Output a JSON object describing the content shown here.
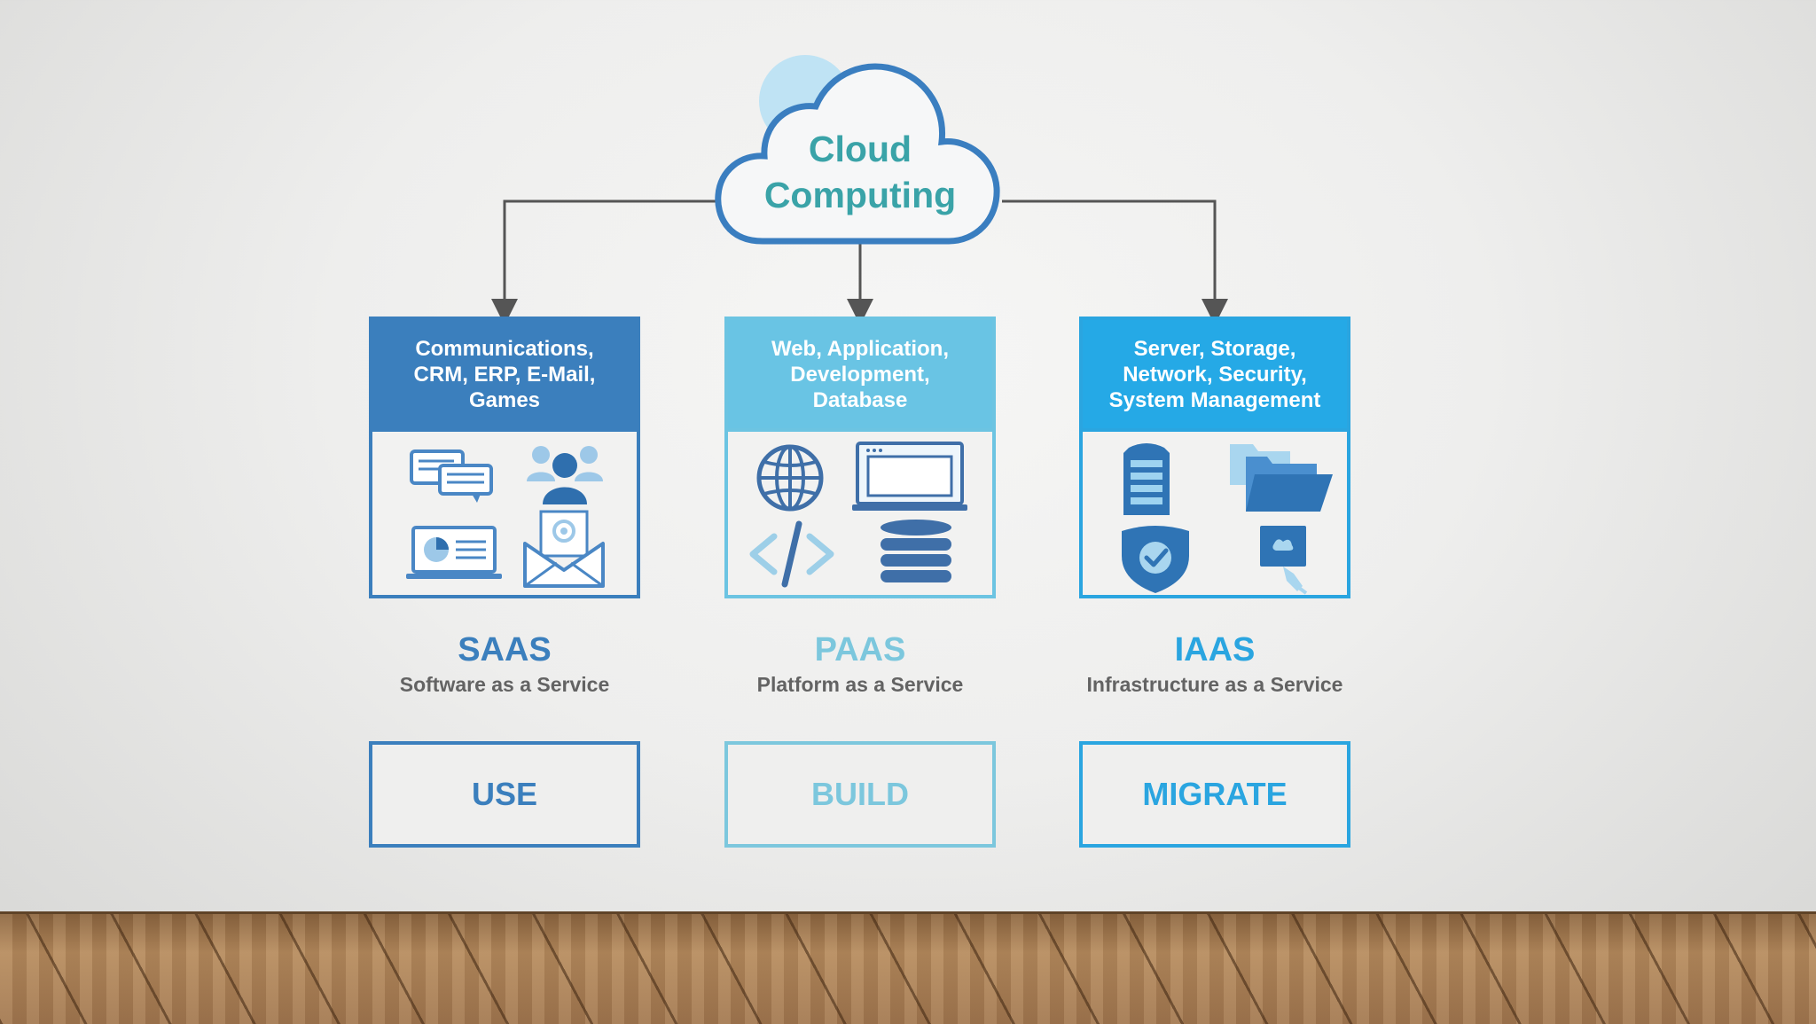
{
  "cloud": {
    "title_line1": "Cloud",
    "title_line2": "Computing"
  },
  "columns": [
    {
      "header_lines": [
        "Communications,",
        "CRM, ERP, E-Mail,",
        "Games"
      ],
      "title": "SAAS",
      "subtitle": "Software as a Service",
      "action": "USE",
      "icons": [
        "chat-bubbles-icon",
        "users-icon",
        "laptop-chart-icon",
        "email-envelope-icon"
      ],
      "color": "#3b7fbd"
    },
    {
      "header_lines": [
        "Web, Application,",
        "Development,",
        "Database"
      ],
      "title": "PAAS",
      "subtitle": "Platform as a Service",
      "action": "BUILD",
      "icons": [
        "globe-icon",
        "browser-window-icon",
        "code-brackets-icon",
        "database-icon"
      ],
      "color": "#6cc4e2"
    },
    {
      "header_lines": [
        "Server, Storage,",
        "Network, Security,",
        "System Management"
      ],
      "title": "IAAS",
      "subtitle": "Infrastructure as a Service",
      "action": "MIGRATE",
      "icons": [
        "server-icon",
        "folder-icon",
        "security-shield-icon",
        "network-plug-icon"
      ],
      "color": "#2aa5e0"
    }
  ]
}
